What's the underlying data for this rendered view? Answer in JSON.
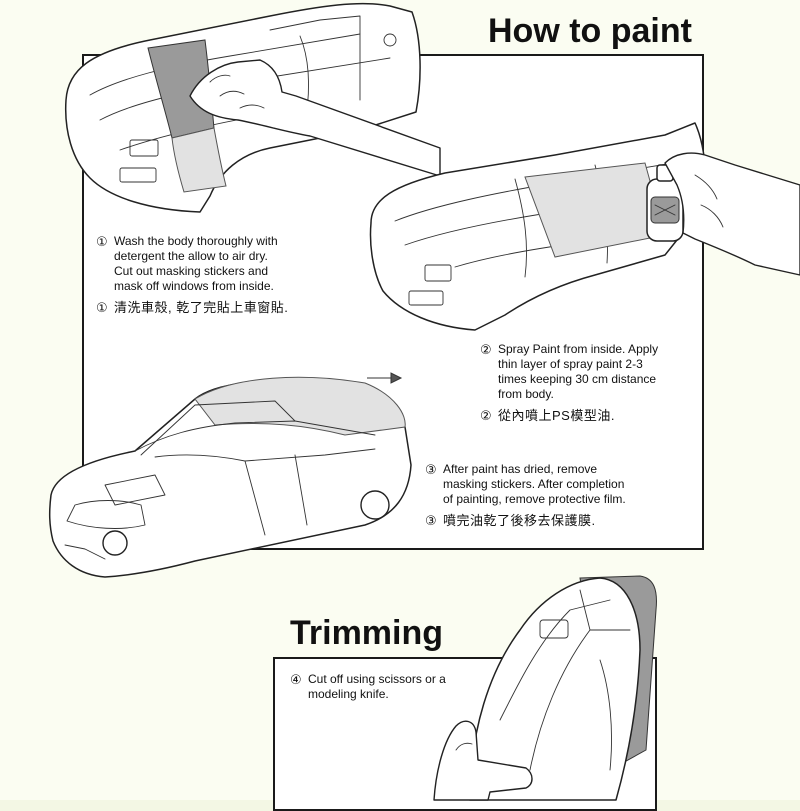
{
  "headings": {
    "paint": "How to paint",
    "trim": "Trimming"
  },
  "steps": [
    {
      "number": "①",
      "en": "Wash the body thoroughly with\ndetergent the allow to air dry.\nCut out masking stickers and\nmask off windows from inside.",
      "zh": "清洗車殼, 乾了完貼上車窗貼."
    },
    {
      "number": "②",
      "en": "Spray Paint from inside. Apply\nthin layer of spray paint 2-3\ntimes keeping 30 cm distance\nfrom body.",
      "zh": "從內噴上PS模型油."
    },
    {
      "number": "③",
      "en": "After paint has dried, remove\nmasking stickers. After completion\nof painting, remove protective film.",
      "zh": "噴完油乾了後移去保護膜."
    },
    {
      "number": "④",
      "en": "Cut off using scissors or a\nmodeling knife.",
      "zh": ""
    }
  ],
  "icons": {
    "illus1": "car-shell-hand-illustration",
    "illus2": "spray-can-illustration",
    "illus3": "painted-car-illustration",
    "illus4": "trimming-car-illustration",
    "arrow": "arrow-icon"
  }
}
